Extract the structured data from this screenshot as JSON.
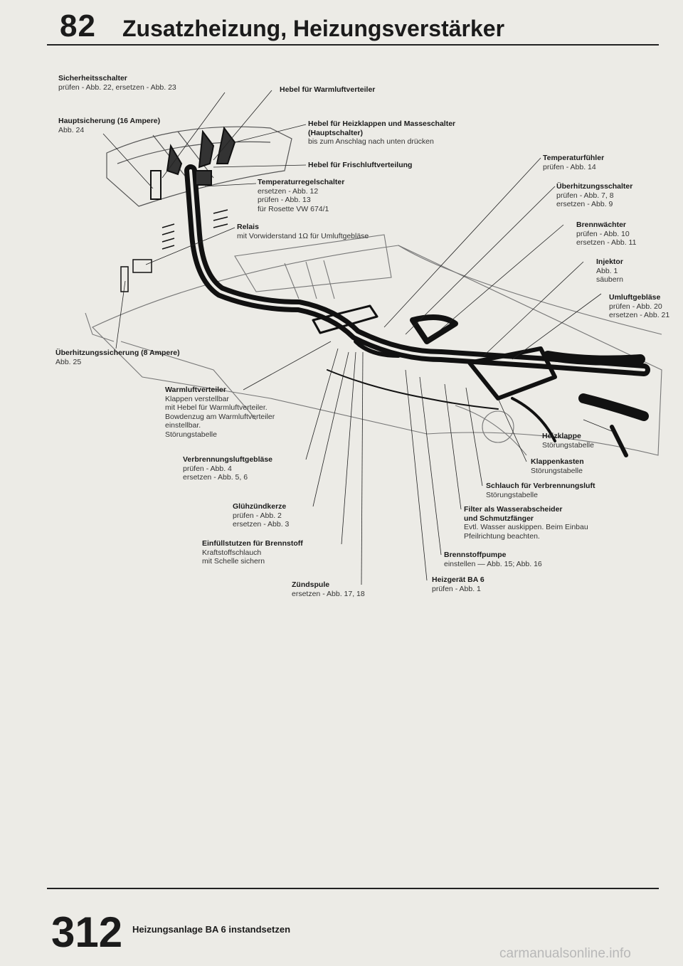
{
  "header": {
    "chapter_number": "82",
    "title": "Zusatzheizung, Heizungsverstärker"
  },
  "footer": {
    "page_number": "312",
    "title": "Heizungsanlage BA 6 instandsetzen",
    "watermark": "carmanualsonline.info"
  },
  "labels": {
    "sicherheitsschalter": {
      "title": "Sicherheitsschalter",
      "lines": [
        "prüfen - Abb. 22, ersetzen - Abb. 23"
      ]
    },
    "hauptsicherung": {
      "title": "Hauptsicherung (16 Ampere)",
      "lines": [
        "Abb. 24"
      ]
    },
    "hebel_warmluft": {
      "title": "Hebel für Warmluftverteiler",
      "lines": []
    },
    "hebel_heizklappen": {
      "title": "Hebel für Heizklappen und Masseschalter",
      "lines": [
        "(Hauptschalter)",
        "bis zum Anschlag nach unten drücken"
      ]
    },
    "hebel_frischluft": {
      "title": "Hebel für Frischluftverteilung",
      "lines": []
    },
    "temperaturregelschalter": {
      "title": "Temperaturregelschalter",
      "lines": [
        "ersetzen - Abb. 12",
        "prüfen - Abb. 13",
        "für Rosette VW 674/1"
      ]
    },
    "relais": {
      "title": "Relais",
      "lines": [
        "mit Vorwiderstand 1Ω für Umluftgebläse"
      ]
    },
    "temperaturfuehler": {
      "title": "Temperaturfühler",
      "lines": [
        "prüfen - Abb. 14"
      ]
    },
    "ueberhitzungsschalter": {
      "title": "Überhitzungsschalter",
      "lines": [
        "prüfen - Abb. 7, 8",
        "ersetzen - Abb. 9"
      ]
    },
    "brennwaechter": {
      "title": "Brennwächter",
      "lines": [
        "prüfen - Abb. 10",
        "ersetzen - Abb. 11"
      ]
    },
    "injektor": {
      "title": "Injektor",
      "lines": [
        "Abb. 1",
        "säubern"
      ]
    },
    "umluftgeblaese": {
      "title": "Umluftgebläse",
      "lines": [
        "prüfen - Abb. 20",
        "ersetzen - Abb. 21"
      ]
    },
    "ueberhitzungssicherung": {
      "title": "Überhitzungssicherung (8 Ampere)",
      "lines": [
        "Abb. 25"
      ]
    },
    "warmluftverteiler": {
      "title": "Warmluftverteiler",
      "lines": [
        "Klappen verstellbar",
        "mit Hebel für Warmluftverteiler.",
        "Bowdenzug am Warmluftverteiler",
        "einstellbar.",
        "Störungstabelle"
      ]
    },
    "heizklappe": {
      "title": "Heizklappe",
      "lines": [
        "Störungstabelle"
      ]
    },
    "verbrennungsluftgeblaese": {
      "title": "Verbrennungsluftgebläse",
      "lines": [
        "prüfen - Abb. 4",
        "ersetzen - Abb. 5, 6"
      ]
    },
    "klappenkasten": {
      "title": "Klappenkasten",
      "lines": [
        "Störungstabelle"
      ]
    },
    "schlauch": {
      "title": "Schlauch für Verbrennungsluft",
      "lines": [
        "Störungstabelle"
      ]
    },
    "gluehzuendkerze": {
      "title": "Glühzündkerze",
      "lines": [
        "prüfen - Abb. 2",
        "ersetzen - Abb. 3"
      ]
    },
    "filter": {
      "title": "Filter als Wasserabscheider",
      "lines": [
        "und Schmutzfänger",
        "Evtl. Wasser auskippen. Beim Einbau",
        "Pfeilrichtung beachten."
      ]
    },
    "einfuellstutzen": {
      "title": "Einfüllstutzen für Brennstoff",
      "lines": [
        "Kraftstoffschlauch",
        "mit Schelle sichern"
      ]
    },
    "brennstoffpumpe": {
      "title": "Brennstoffpumpe",
      "lines": [
        "einstellen — Abb. 15; Abb. 16"
      ]
    },
    "zuendspule": {
      "title": "Zündspule",
      "lines": [
        "ersetzen - Abb. 17, 18"
      ]
    },
    "heizgeraet": {
      "title": "Heizgerät BA 6",
      "lines": [
        "prüfen - Abb. 1"
      ]
    }
  },
  "colors": {
    "paper": "#ecebe6",
    "ink": "#1b1b1b"
  }
}
